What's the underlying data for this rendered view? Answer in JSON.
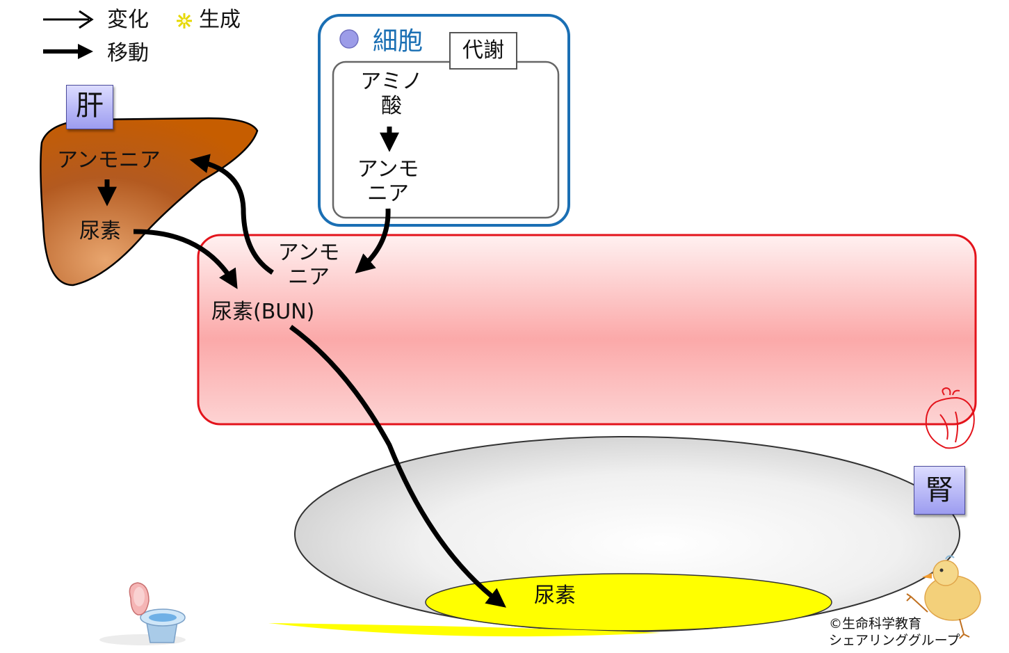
{
  "legend": {
    "change": "変化",
    "generate": "生成",
    "move": "移動"
  },
  "liver": {
    "label": "肝",
    "ammonia": "アンモニア",
    "urea": "尿素"
  },
  "cell": {
    "title": "細胞",
    "metabolism": "代謝",
    "amino_acid": "アミノ\n酸",
    "ammonia": "アンモ\nニア"
  },
  "blood": {
    "ammonia": "アンモ\nニア",
    "bun": "尿素(BUN)"
  },
  "kidney": {
    "label": "腎",
    "urea": "尿素"
  },
  "credit": {
    "line1": "©生命科学教育",
    "line2": "シェアリンググループ"
  },
  "colors": {
    "cell_border": "#1a6fb4",
    "blood_border": "#e3131b",
    "urine": "#ffff00",
    "liver": "#b3541e"
  },
  "icons": [
    "arrow-change-icon",
    "sparkle-icon",
    "arrow-move-icon",
    "heart-icon",
    "toilet-icon",
    "chick-icon"
  ]
}
